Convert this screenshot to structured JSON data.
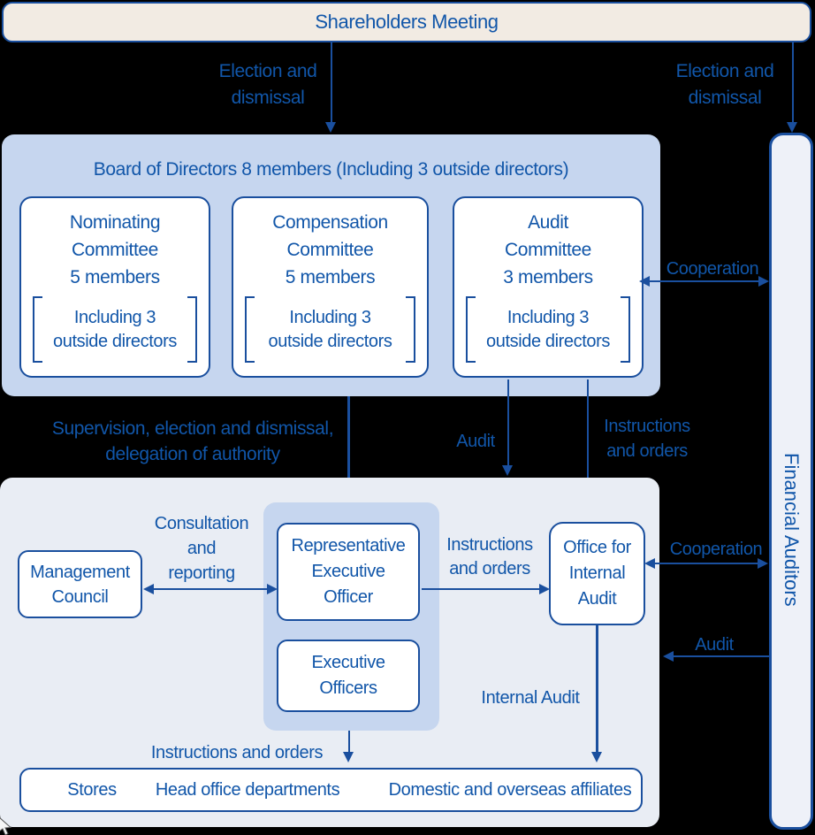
{
  "shareholders": {
    "label": "Shareholders Meeting"
  },
  "financial_auditors": {
    "label": "Financial Auditors"
  },
  "board": {
    "title": "Board of Directors 8 members (Including 3 outside directors)",
    "committees": [
      {
        "name": "Nominating\nCommittee\n5 members",
        "note": "Including 3\noutside directors"
      },
      {
        "name": "Compensation\nCommittee\n5 members",
        "note": "Including 3\noutside directors"
      },
      {
        "name": "Audit\nCommittee\n3 members",
        "note": "Including 3\noutside directors"
      }
    ]
  },
  "executive": {
    "representative_officer": "Representative\nExecutive\nOfficer",
    "executive_officers": "Executive\nOfficers",
    "management_council": "Management\nCouncil",
    "office_internal_audit": "Office for\nInternal\nAudit"
  },
  "bottom_units": [
    "Stores",
    "Head office departments",
    "Domestic and overseas affiliates"
  ],
  "labels": {
    "election_left": "Election and\ndismissal",
    "election_right": "Election and\ndismissal",
    "cooperation_top": "Cooperation",
    "cooperation_bottom": "Cooperation",
    "supervision": "Supervision, election and dismissal,\ndelegation of authority",
    "audit_from_committee": "Audit",
    "instructions_from_committee": "Instructions\nand orders",
    "consultation": "Consultation\nand\nreporting",
    "instructions_to_office": "Instructions\nand orders",
    "audit_from_financial": "Audit",
    "internal_audit": "Internal Audit",
    "instructions_bottom": "Instructions and orders"
  },
  "colors": {
    "line_blue": "#1a4f9e",
    "text_blue": "#1156a9",
    "cream_fill": "#f2ebe3",
    "board_fill": "#c6d6ef",
    "lower_fill": "#e9edf4",
    "fa_fill": "#eef1f8"
  }
}
